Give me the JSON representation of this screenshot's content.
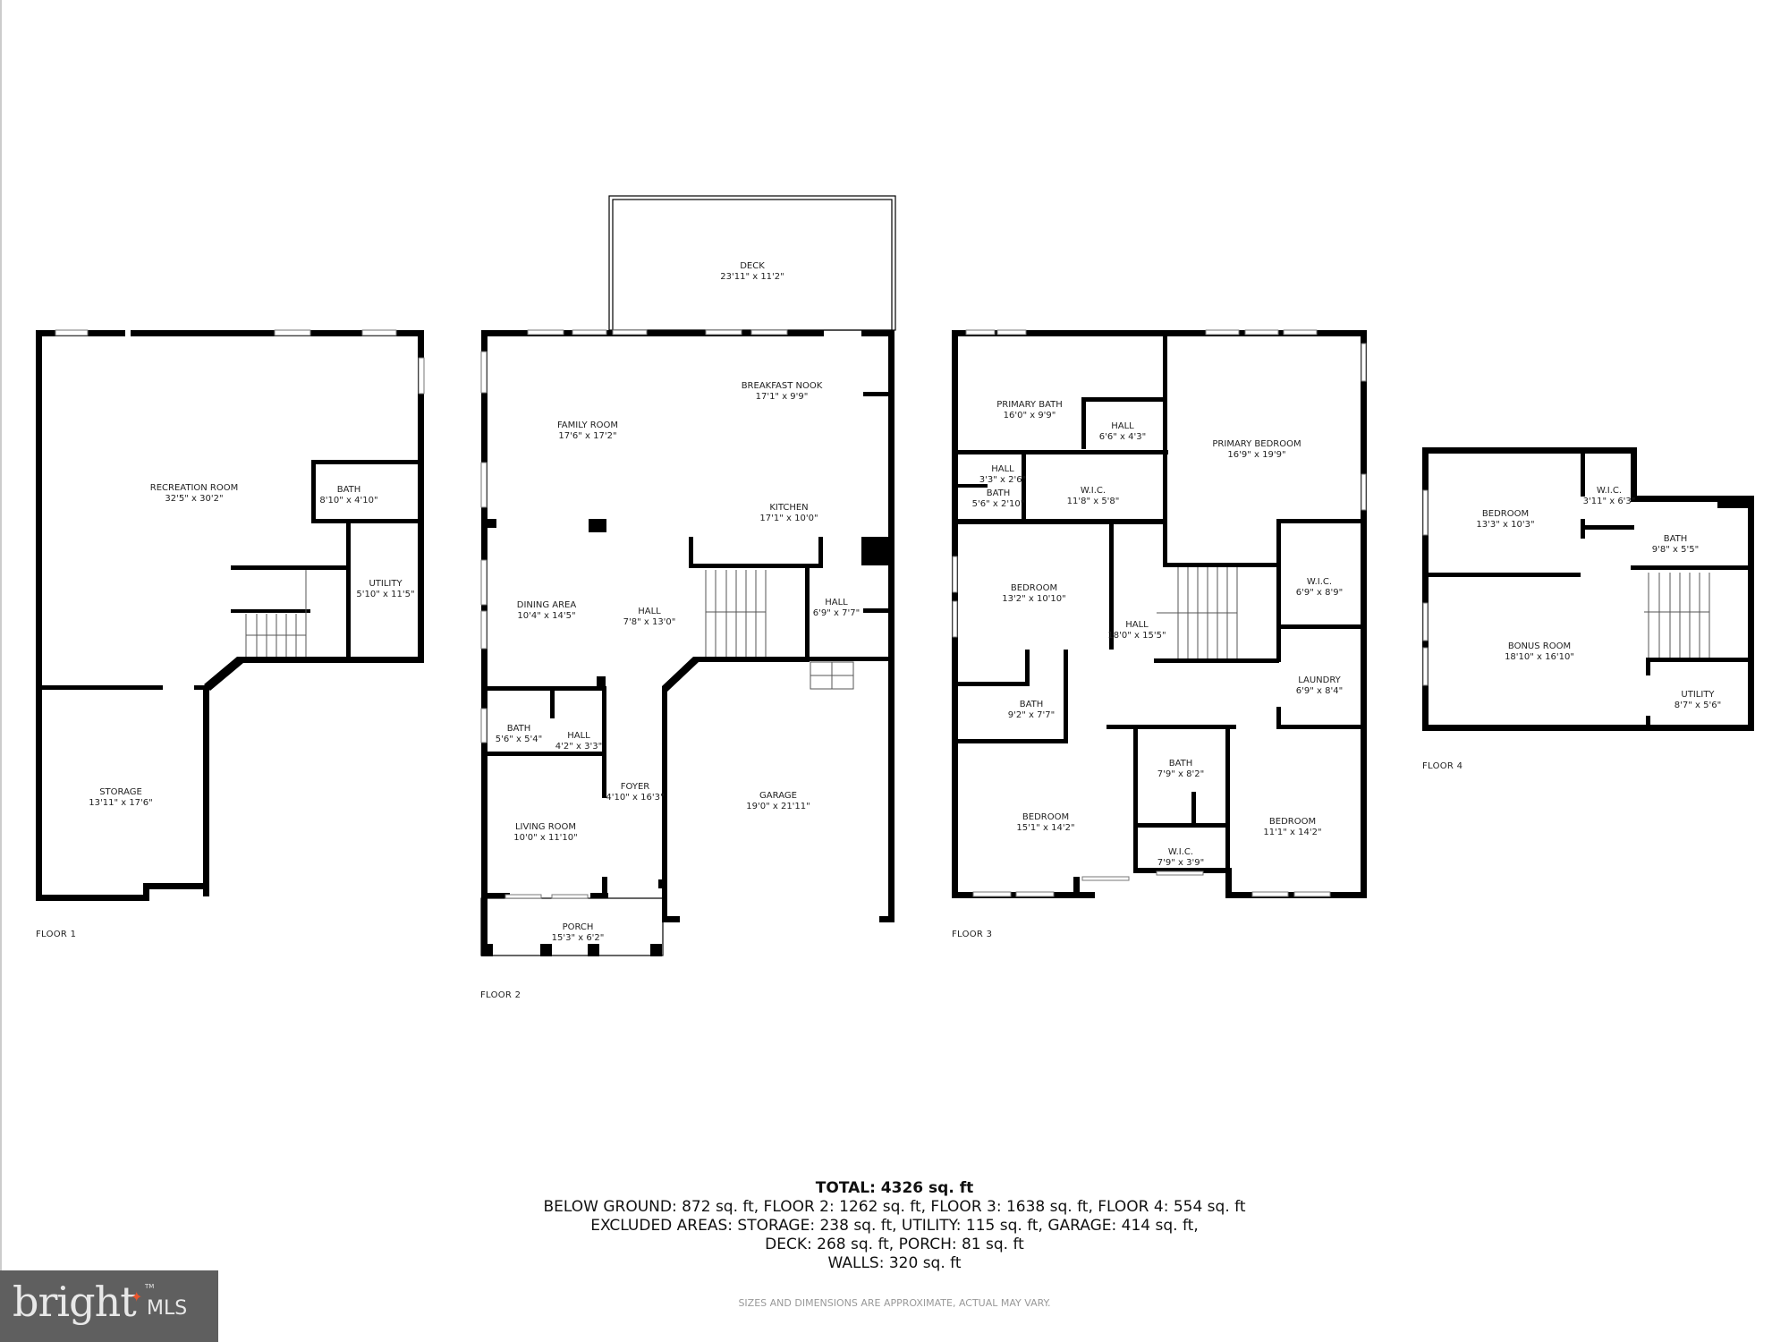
{
  "floors": [
    {
      "label": "FLOOR 1",
      "rooms": [
        {
          "name": "RECREATION ROOM",
          "dims": "32'5\" x 30'2\""
        },
        {
          "name": "BATH",
          "dims": "8'10\" x 4'10\""
        },
        {
          "name": "UTILITY",
          "dims": "5'10\" x 11'5\""
        },
        {
          "name": "STORAGE",
          "dims": "13'11\" x 17'6\""
        }
      ]
    },
    {
      "label": "FLOOR 2",
      "rooms": [
        {
          "name": "DECK",
          "dims": "23'11\" x 11'2\""
        },
        {
          "name": "BREAKFAST NOOK",
          "dims": "17'1\" x 9'9\""
        },
        {
          "name": "FAMILY ROOM",
          "dims": "17'6\" x 17'2\""
        },
        {
          "name": "KITCHEN",
          "dims": "17'1\" x 10'0\""
        },
        {
          "name": "DINING AREA",
          "dims": "10'4\" x 14'5\""
        },
        {
          "name": "HALL",
          "dims": "7'8\" x 13'0\""
        },
        {
          "name": "HALL",
          "dims": "6'9\" x 7'7\""
        },
        {
          "name": "BATH",
          "dims": "5'6\" x 5'4\""
        },
        {
          "name": "HALL",
          "dims": "4'2\" x 3'3\""
        },
        {
          "name": "FOYER",
          "dims": "4'10\" x 16'3\""
        },
        {
          "name": "LIVING ROOM",
          "dims": "10'0\" x 11'10\""
        },
        {
          "name": "GARAGE",
          "dims": "19'0\" x 21'11\""
        },
        {
          "name": "PORCH",
          "dims": "15'3\" x 6'2\""
        }
      ]
    },
    {
      "label": "FLOOR 3",
      "rooms": [
        {
          "name": "PRIMARY BATH",
          "dims": "16'0\" x 9'9\""
        },
        {
          "name": "HALL",
          "dims": "6'6\" x 4'3\""
        },
        {
          "name": "PRIMARY BEDROOM",
          "dims": "16'9\" x 19'9\""
        },
        {
          "name": "HALL",
          "dims": "3'3\" x 2'6\""
        },
        {
          "name": "BATH",
          "dims": "5'6\" x 2'10\""
        },
        {
          "name": "W.I.C.",
          "dims": "11'8\" x 5'8\""
        },
        {
          "name": "BEDROOM",
          "dims": "13'2\" x 10'10\""
        },
        {
          "name": "HALL",
          "dims": "18'0\" x 15'5\""
        },
        {
          "name": "W.I.C.",
          "dims": "6'9\" x 8'9\""
        },
        {
          "name": "LAUNDRY",
          "dims": "6'9\" x 8'4\""
        },
        {
          "name": "BATH",
          "dims": "9'2\" x 7'7\""
        },
        {
          "name": "BATH",
          "dims": "7'9\" x 8'2\""
        },
        {
          "name": "BEDROOM",
          "dims": "15'1\" x 14'2\""
        },
        {
          "name": "BEDROOM",
          "dims": "11'1\" x 14'2\""
        },
        {
          "name": "W.I.C.",
          "dims": "7'9\" x 3'9\""
        }
      ]
    },
    {
      "label": "FLOOR 4",
      "rooms": [
        {
          "name": "BEDROOM",
          "dims": "13'3\" x 10'3\""
        },
        {
          "name": "W.I.C.",
          "dims": "3'11\" x 6'3\""
        },
        {
          "name": "BATH",
          "dims": "9'8\" x 5'5\""
        },
        {
          "name": "BONUS ROOM",
          "dims": "18'10\" x 16'10\""
        },
        {
          "name": "UTILITY",
          "dims": "8'7\" x 5'6\""
        }
      ]
    }
  ],
  "summary": {
    "total": "TOTAL: 4326 sq. ft",
    "line1": "BELOW GROUND: 872 sq. ft, FLOOR 2: 1262 sq. ft, FLOOR 3: 1638 sq. ft, FLOOR 4: 554 sq. ft",
    "line2": "EXCLUDED AREAS: STORAGE: 238 sq. ft, UTILITY: 115 sq. ft, GARAGE: 414 sq. ft,",
    "line3": "DECK: 268 sq. ft, PORCH: 81 sq. ft",
    "line4": "WALLS: 320 sq. ft"
  },
  "disclaimer": "SIZES AND DIMENSIONS ARE APPROXIMATE, ACTUAL MAY VARY.",
  "logo": {
    "word": "bright",
    "suffix": "MLS",
    "trademark": "TM",
    "accent_color": "#e8552d",
    "background_color": "#5f5f5f"
  }
}
